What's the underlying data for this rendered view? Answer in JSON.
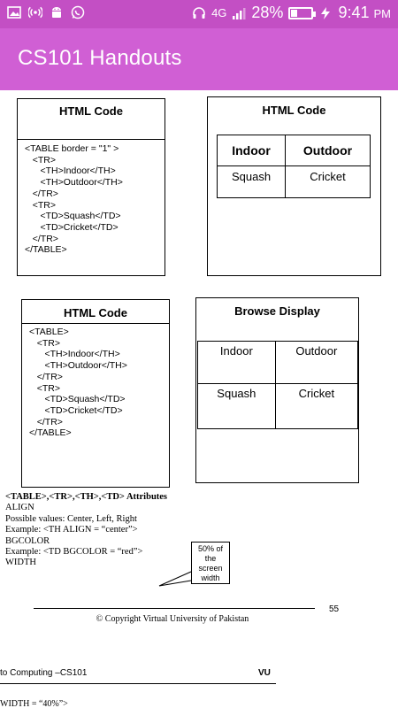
{
  "status_bar": {
    "network": "4G",
    "battery_percent": "28%",
    "battery_level": 0.28,
    "time": "9:41",
    "ampm": "PM"
  },
  "app_bar": {
    "title": "CS101 Handouts"
  },
  "document": {
    "box1": {
      "title": "HTML Code",
      "code": "<TABLE border = \"1\" >\n   <TR>\n      <TH>Indoor</TH>\n      <TH>Outdoor</TH>\n   </TR>\n   <TR>\n      <TD>Squash</TD>\n      <TD>Cricket</TD>\n   </TR>\n</TABLE>"
    },
    "box2": {
      "title": "HTML Code",
      "headers": [
        "Indoor",
        "Outdoor"
      ],
      "cells": [
        "Squash",
        "Cricket"
      ]
    },
    "box3": {
      "title": "HTML Code",
      "code": "<TABLE>\n   <TR>\n      <TH>Indoor</TH>\n      <TH>Outdoor</TH>\n   </TR>\n   <TR>\n      <TD>Squash</TD>\n      <TD>Cricket</TD>\n   </TR>\n</TABLE>"
    },
    "box4": {
      "title": "Browse Display",
      "headers": [
        "Indoor",
        "Outdoor"
      ],
      "cells": [
        "Squash",
        "Cricket"
      ]
    },
    "attributes": {
      "heading": "<TABLE>,<TR>,<TH>,<TD> Attributes",
      "lines": [
        "ALIGN",
        "Possible values: Center, Left, Right",
        "Example: <TH ALIGN = “center”>",
        "BGCOLOR",
        "Example: <TD BGCOLOR = “red”>",
        "WIDTH"
      ]
    },
    "callout": "50% of the screen width",
    "page_number": "55",
    "copyright": "© Copyright Virtual University of Pakistan",
    "next_page": {
      "header_left": "to Computing –CS101",
      "header_right": "VU",
      "first_line": "WIDTH = “40%”>"
    }
  }
}
